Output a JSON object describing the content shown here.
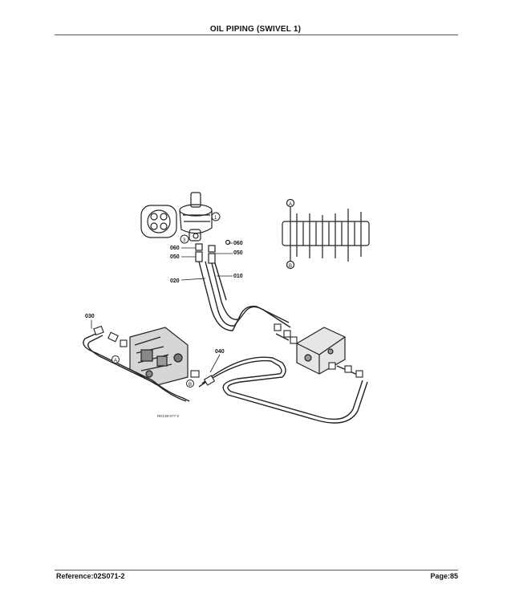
{
  "header": {
    "title": "OIL PIPING (SWIVEL 1)"
  },
  "footer": {
    "reference": "Reference:02S071-2",
    "page": "Page:85"
  },
  "callouts": {
    "c060a": "060",
    "c060b": "060",
    "c050a": "050",
    "c050b": "050",
    "c020": "020",
    "c010": "010",
    "c030": "030",
    "c040": "040",
    "circle_1": "1",
    "circle_3": "3",
    "circle_a": "A",
    "circle_b": "B",
    "drawing_code": "RD138-077-2"
  }
}
